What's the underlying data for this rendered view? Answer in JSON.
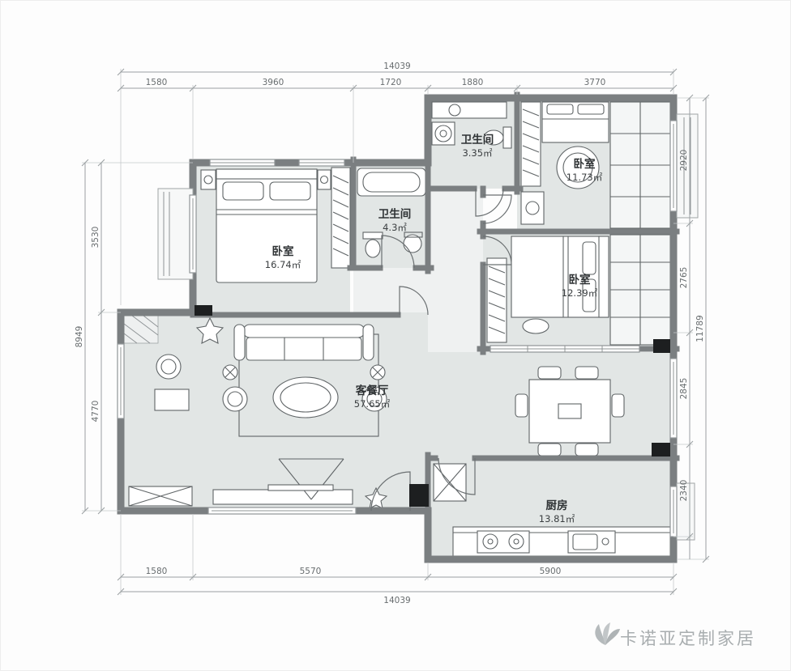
{
  "colors": {
    "wall": "#7b7f81",
    "floor": "#e2e6e5",
    "dim": "#9aa0a2",
    "column": "#1d1f20"
  },
  "rooms": [
    {
      "name": "卧室",
      "area": "16.74㎡"
    },
    {
      "name": "卫生间",
      "area": "4.3㎡"
    },
    {
      "name": "卫生间",
      "area": "3.35㎡"
    },
    {
      "name": "卧室",
      "area": "11.73㎡"
    },
    {
      "name": "卧室",
      "area": "12.39㎡"
    },
    {
      "name": "客餐厅",
      "area": "57.65㎡"
    },
    {
      "name": "厨房",
      "area": "13.81㎡"
    }
  ],
  "dimensions": {
    "top_total": "14039",
    "top_segments": [
      "1580",
      "3960",
      "1720",
      "1880",
      "3770"
    ],
    "bottom_segments": [
      "1580",
      "5570",
      "5900"
    ],
    "bottom_total": "14039",
    "left_segments": [
      "3530",
      "4770"
    ],
    "left_total": "8949",
    "right_segments": [
      "2920",
      "2765",
      "2845",
      "2340"
    ],
    "right_total": "11789"
  },
  "watermark": {
    "text": "卡诺亚定制家居"
  }
}
